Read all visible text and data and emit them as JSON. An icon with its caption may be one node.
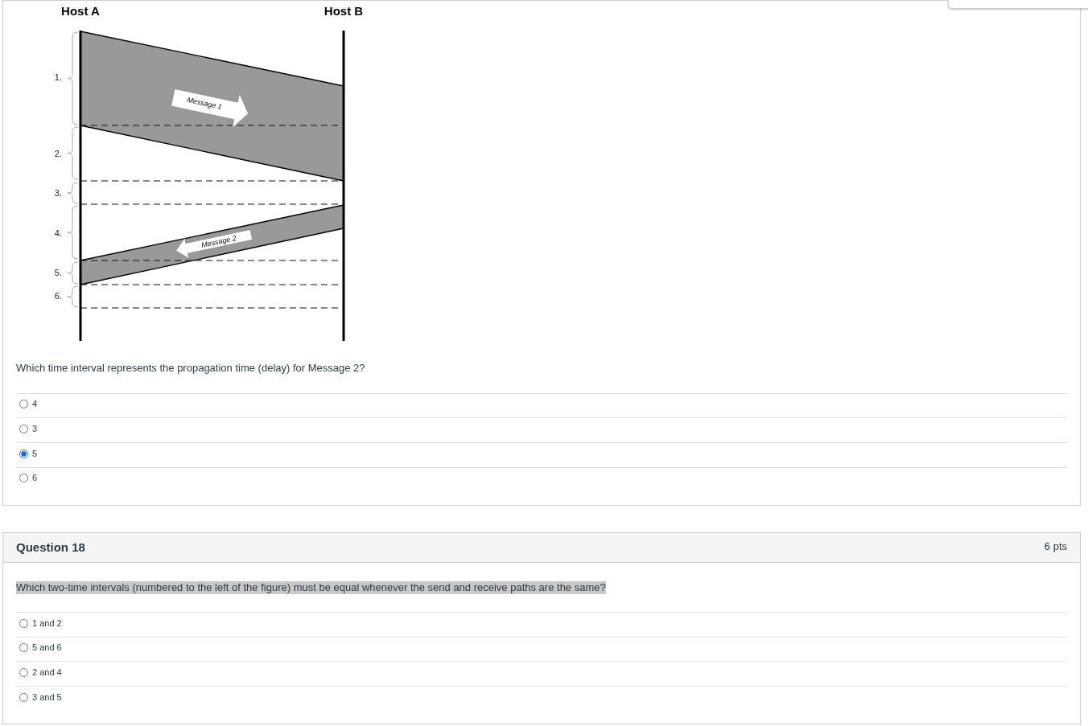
{
  "diagram": {
    "nodes": [
      {
        "text": [
          "Which time interval represents the propagation time (delay) for Message 2?"
        ]
      },
      {
        "text": [
          "Message 1"
        ],
        "in": 0
      },
      {
        "text": [
          "Message 2"
        ],
        "in": 0
      },
      {
        "text": [
          "Which two-time intervals (numbered to the left of the figure) must be equal whenever the send and receive paths are the same?"
        ]
      },
      {
        "text": [
          "Question 18",
          "6 pts"
        ],
        "in": 3
      }
    ],
    "labels": [
      "Host A",
      "Host B",
      "1.",
      "2.",
      "3.",
      "4.",
      "5.",
      "6.",
      "4",
      "3",
      "5",
      "6",
      "1 and 2",
      "5 and 6",
      "2 and 4",
      "3 and 5"
    ]
  }
}
